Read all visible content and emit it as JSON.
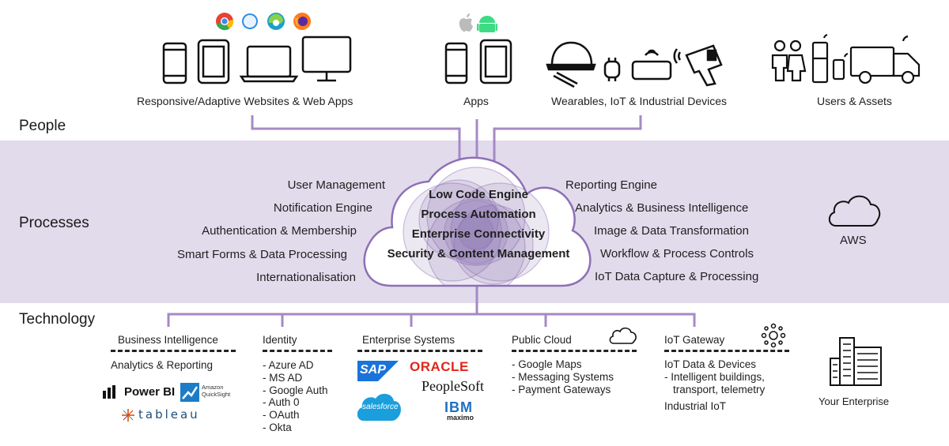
{
  "people": {
    "tier_label": "People",
    "groups": [
      {
        "label": "Responsive/Adaptive Websites & Web Apps"
      },
      {
        "label": "Apps"
      },
      {
        "label": "Wearables, IoT & Industrial Devices"
      },
      {
        "label": "Users & Assets"
      }
    ]
  },
  "processes": {
    "tier_label": "Processes",
    "left": [
      "User Management",
      "Notification Engine",
      "Authentication & Membership",
      "Smart Forms & Data Processing",
      "Internationalisation"
    ],
    "core": [
      "Low Code Engine",
      "Process Automation",
      "Enterprise Connectivity",
      "Security & Content Management"
    ],
    "right": [
      "Reporting Engine",
      "Analytics & Business Intelligence",
      "Image & Data Transformation",
      "Workflow & Process Controls",
      "IoT Data Capture & Processing"
    ],
    "aws_label": "AWS"
  },
  "technology": {
    "tier_label": "Technology",
    "business_intelligence": {
      "title": "Business Intelligence",
      "subtitle": "Analytics & Reporting",
      "logos": [
        "Power BI",
        "Amazon",
        "QuickSight",
        "tableau"
      ]
    },
    "identity": {
      "title": "Identity",
      "items": [
        "- Azure AD",
        "- MS AD",
        "- Google Auth",
        "- Auth 0",
        "- OAuth",
        "- Okta"
      ]
    },
    "enterprise_systems": {
      "title": "Enterprise Systems",
      "logos": [
        "SAP",
        "ORACLE",
        "PeopleSoft",
        "salesforce",
        "IBM",
        "maximo"
      ]
    },
    "public_cloud": {
      "title": "Public Cloud",
      "items": [
        "- Google Maps",
        "- Messaging Systems",
        "- Payment Gateways"
      ]
    },
    "iot_gateway": {
      "title": "IoT Gateway",
      "items": [
        "IoT Data & Devices",
        "- Intelligent buildings,",
        "transport, telemetry",
        "Industrial IoT"
      ]
    },
    "enterprise_label": "Your Enterprise"
  },
  "colors": {
    "accent": "#7b5ba6",
    "band": "#e2dbec",
    "line": "#a48ac4",
    "text": "#1f1f1f"
  }
}
